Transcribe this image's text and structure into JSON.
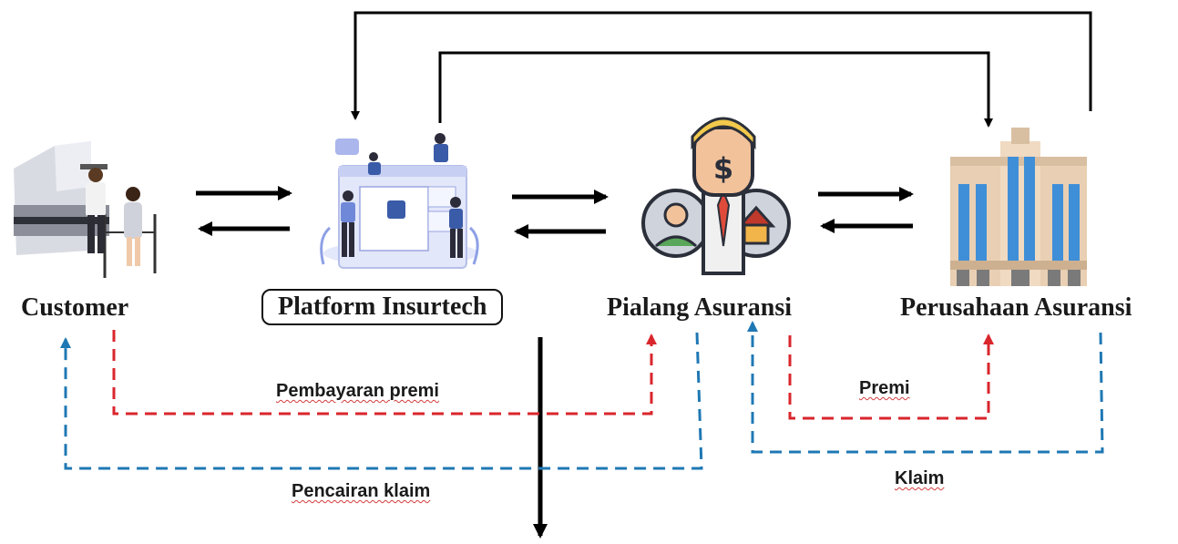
{
  "nodes": {
    "customer": {
      "label": "Customer",
      "icon": "customer-service-counter-icon"
    },
    "platform": {
      "label": "Platform Insurtech",
      "icon": "social-platform-icon"
    },
    "broker": {
      "label": "Pialang Asuransi",
      "icon": "insurance-broker-icon"
    },
    "insurer": {
      "label": "Perusahaan Asuransi",
      "icon": "office-building-icon"
    }
  },
  "flows": {
    "premium_payment": "Pembayaran premi",
    "claim_disbursement": "Pencairan klaim",
    "premium": "Premi",
    "claim": "Klaim"
  },
  "colors": {
    "premium_flow": "#d9262c",
    "claim_flow": "#1f78b4",
    "arrow": "#000000"
  }
}
